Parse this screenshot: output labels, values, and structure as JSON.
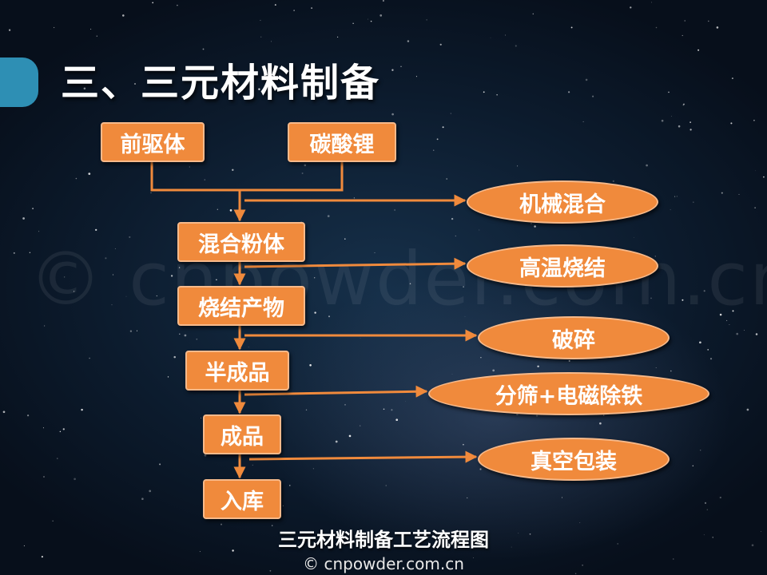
{
  "slide": {
    "title": "三、三元材料制备",
    "caption": "三元材料制备工艺流程图",
    "copyright": "© cnpowder.com.cn",
    "watermark": "© cnpowder.com.cn"
  },
  "flow": {
    "boxes": {
      "precursor": "前驱体",
      "lithium_carbonate": "碳酸锂",
      "mixed_powder": "混合粉体",
      "sintered_product": "烧结产物",
      "semi_finished": "半成品",
      "finished": "成品",
      "warehouse": "入库"
    },
    "steps": {
      "mechanical_mixing": "机械混合",
      "high_temp_sintering": "高温烧结",
      "crushing": "破碎",
      "sieving_iron_removal": "分筛+电磁除铁",
      "vacuum_packaging": "真空包装"
    }
  },
  "colors": {
    "node_fill": "#f08a3c",
    "node_border": "#f6b98a",
    "arrow": "#f08a3c",
    "accent": "#2e8fb4"
  }
}
